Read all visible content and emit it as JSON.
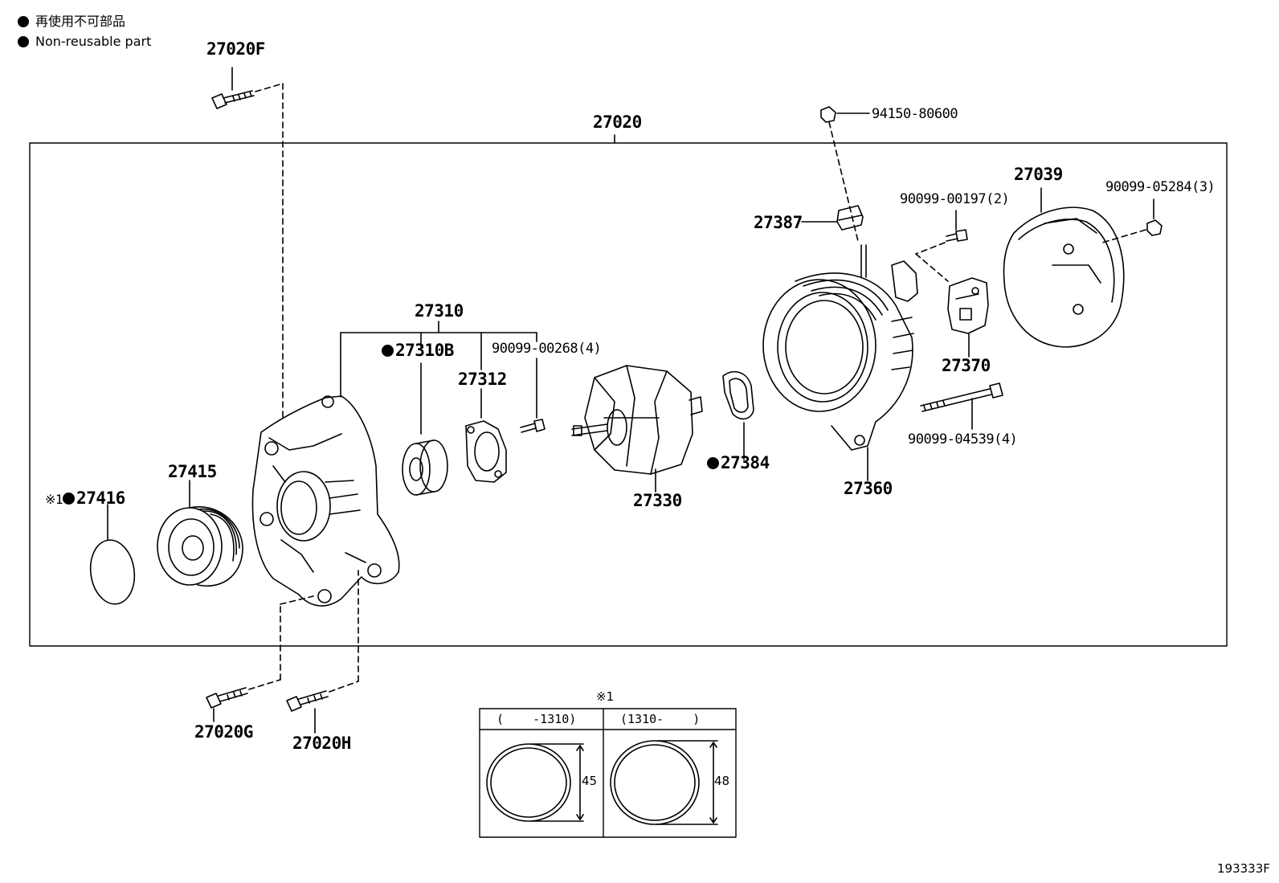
{
  "legend": {
    "jp": "再使用不可部品",
    "en": "Non-reusable part"
  },
  "labels": {
    "p27020F": "27020F",
    "p27020": "27020",
    "p94150": "94150-80600",
    "p27387": "27387",
    "p90099_00197": "90099-00197(2)",
    "p27039": "27039",
    "p90099_05284": "90099-05284(3)",
    "p27310": "27310",
    "p27310B": "27310B",
    "p90099_00268": "90099-00268(4)",
    "p27312": "27312",
    "p27370": "27370",
    "p27415": "27415",
    "p27416_prefix": "※1",
    "p27416": "27416",
    "p27384": "27384",
    "p90099_04539": "90099-04539(4)",
    "p27330": "27330",
    "p27360": "27360",
    "p27020G": "27020G",
    "p27020H": "27020H"
  },
  "table": {
    "note": "※1",
    "col1_header": "(    -1310)",
    "col2_header": "(1310-    )",
    "col1_dim": "45",
    "col2_dim": "48"
  },
  "reference_code": "193333F"
}
